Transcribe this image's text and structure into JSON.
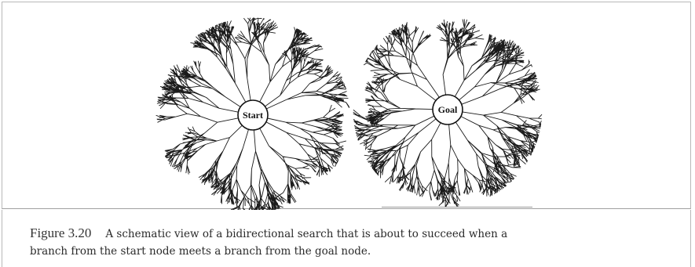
{
  "diagram": {
    "start_label": "Start",
    "goal_label": "Goal"
  },
  "caption": {
    "figure_number": "Figure 3.20",
    "line1": "A schematic view of a bidirectional search that is about to succeed when a",
    "line2": "branch from the start node meets a branch from the goal node."
  }
}
